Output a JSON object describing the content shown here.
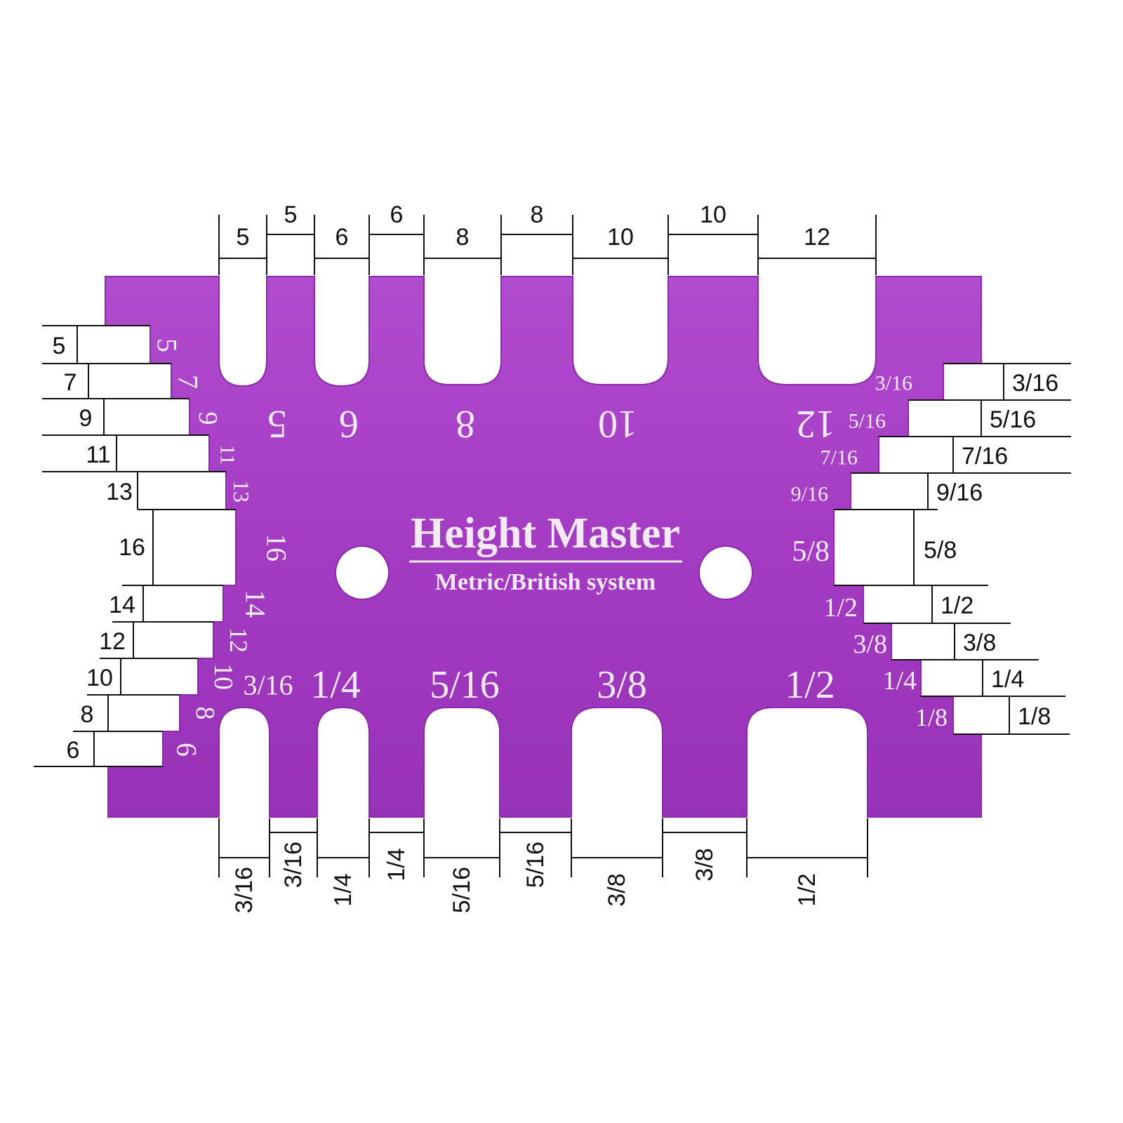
{
  "product": {
    "title": "Height Master",
    "subtitle": "Metric/British system",
    "colors": {
      "body": "#a63ec4",
      "body_dark": "#7d1f9a",
      "engraving": "#f4e9f6",
      "lines": "#111111"
    }
  },
  "top_slot_labels_engraved": [
    "5",
    "6",
    "8",
    "10",
    "12"
  ],
  "top_slot_dimensions": [
    "5",
    "6",
    "8",
    "10",
    "12"
  ],
  "top_tooth_dimensions": [
    "5",
    "6",
    "8",
    "10"
  ],
  "bottom_slot_labels_engraved": [
    "3/16",
    "1/4",
    "5/16",
    "3/8",
    "1/2"
  ],
  "bottom_slot_dimensions": [
    "3/16",
    "1/4",
    "5/16",
    "3/8",
    "1/2"
  ],
  "bottom_tooth_dimensions": [
    "3/16",
    "1/4",
    "5/16",
    "3/8"
  ],
  "left_steps_top_engraved": [
    "5",
    "7",
    "9",
    "11",
    "13"
  ],
  "left_steps_top_dimensions": [
    "5",
    "7",
    "9",
    "11",
    "13"
  ],
  "left_center_engraved": "16",
  "left_center_dimension": "16",
  "left_steps_bottom_engraved": [
    "14",
    "12",
    "10",
    "8",
    "6"
  ],
  "left_steps_bottom_dimensions": [
    "14",
    "12",
    "10",
    "8",
    "6"
  ],
  "right_steps_top_engraved": [
    "3/16",
    "5/16",
    "7/16",
    "9/16"
  ],
  "right_steps_top_dimensions": [
    "3/16",
    "5/16",
    "7/16",
    "9/16"
  ],
  "right_center_engraved": "5/8",
  "right_center_dimension": "5/8",
  "right_steps_bottom_engraved": [
    "1/2",
    "3/8",
    "1/4",
    "1/8"
  ],
  "right_steps_bottom_dimensions": [
    "1/2",
    "3/8",
    "1/4",
    "1/8"
  ]
}
